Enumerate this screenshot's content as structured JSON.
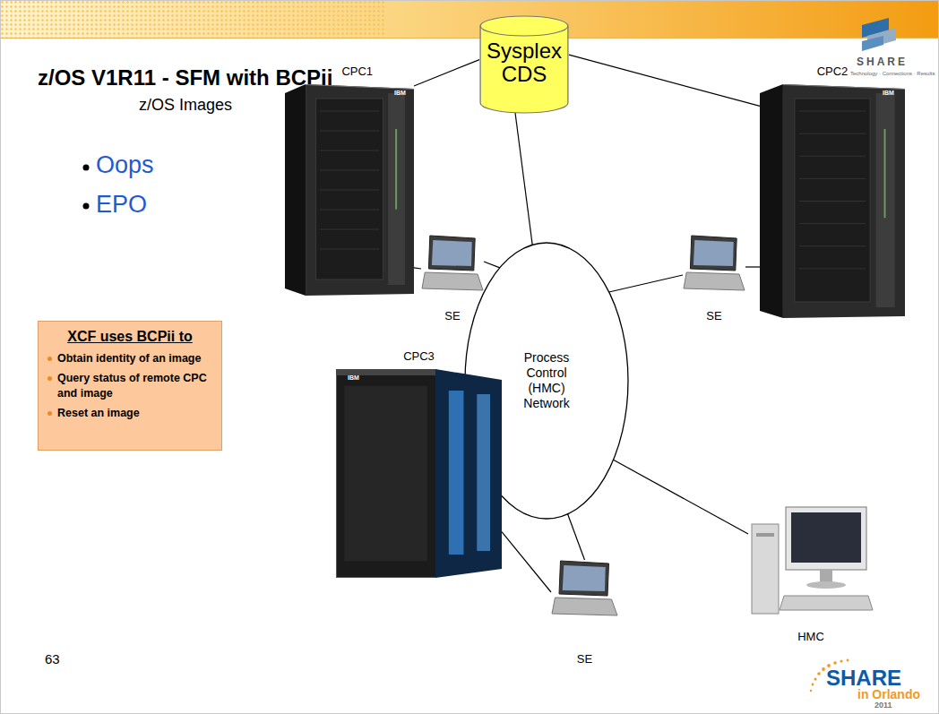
{
  "diagram": {
    "title": "z/OS V1R11 - SFM with BCPii",
    "nodes": [
      {
        "text": [
          "Sysplex CDS"
        ]
      },
      {
        "text": [
          "CPC1"
        ]
      },
      {
        "text": [
          "CPC2"
        ]
      },
      {
        "text": [
          "SE"
        ]
      },
      {
        "text": [
          "SE"
        ]
      },
      {
        "text": [
          "Process Control (HMC) Network"
        ]
      },
      {
        "text": [
          "XCF uses BCPii to",
          "Obtain identity of an image",
          "Query status of remote CPC and image",
          "Reset an image"
        ]
      },
      {
        "text": [
          "CPC3"
        ]
      },
      {
        "text": [
          "HMC"
        ]
      },
      {
        "text": [
          "SE"
        ]
      }
    ],
    "edges": [
      {
        "from": 0,
        "to": 1,
        "arrow": "none"
      },
      {
        "from": 0,
        "to": 2,
        "arrow": "none"
      },
      {
        "from": 0,
        "to": 5,
        "arrow": "none"
      },
      {
        "from": 1,
        "to": 3,
        "arrow": "none"
      },
      {
        "from": 3,
        "to": 5,
        "arrow": "none"
      },
      {
        "from": 2,
        "to": 4,
        "arrow": "none"
      },
      {
        "from": 4,
        "to": 5,
        "arrow": "none"
      },
      {
        "from": 7,
        "to": 9,
        "arrow": "none"
      },
      {
        "from": 9,
        "to": 5,
        "arrow": "none"
      },
      {
        "from": 8,
        "to": 5,
        "arrow": "none"
      }
    ],
    "labels": [
      "z/OS Images",
      "Oops",
      "EPO",
      "63",
      "SHARE",
      "Technology · Connections · Results",
      "IBM",
      "IBM",
      "IBM",
      "SHARE",
      "in Orlando",
      "2011"
    ]
  }
}
